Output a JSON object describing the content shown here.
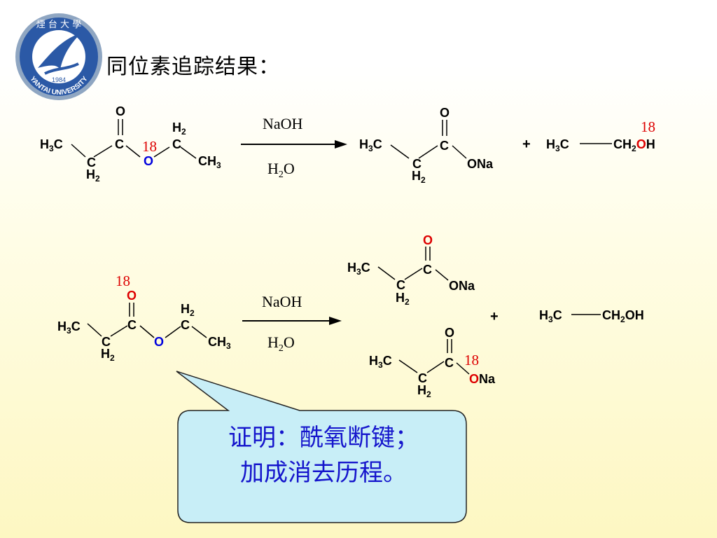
{
  "title": "同位素追踪结果：",
  "logo": {
    "year": "1984",
    "text": "YANTAI UNIVERSITY"
  },
  "reaction1": {
    "isotope": "18",
    "reagent_top": "NaOH",
    "reagent_bottom": "H2O",
    "plus": "+"
  },
  "reaction2": {
    "isotope": "18",
    "reagent_top": "NaOH",
    "reagent_bottom": "H2O",
    "plus": "+"
  },
  "callout": {
    "line1": "证明：酰氧断键；",
    "line2": "加成消去历程。"
  },
  "colors": {
    "isotope_red": "#dd0000",
    "oxygen_blue": "#0000dd",
    "callout_fill": "#c8eef7",
    "callout_text": "#1515cc"
  }
}
